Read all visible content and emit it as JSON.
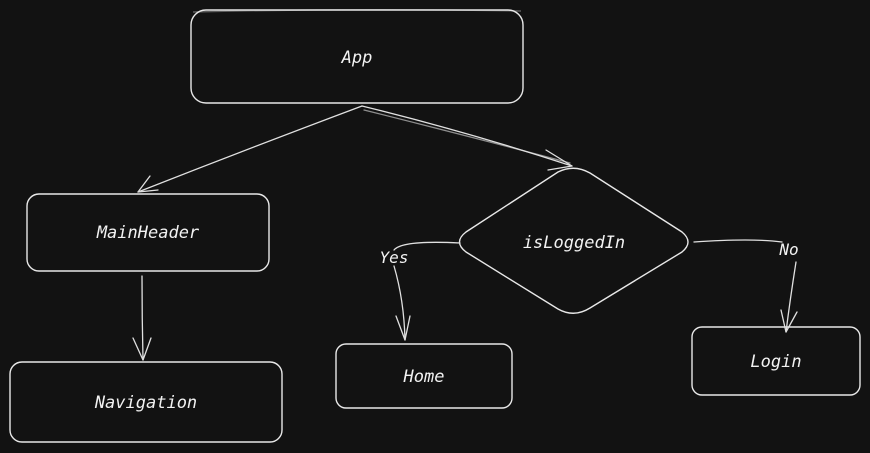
{
  "diagram": {
    "nodes": {
      "app": "App",
      "main_header": "MainHeader",
      "navigation": "Navigation",
      "is_logged_in": "isLoggedIn",
      "home": "Home",
      "login": "Login"
    },
    "edge_labels": {
      "yes": "Yes",
      "no": "No"
    }
  },
  "colors": {
    "background": "#121212",
    "stroke": "#e8e8e8",
    "text": "#f2f2f2"
  }
}
